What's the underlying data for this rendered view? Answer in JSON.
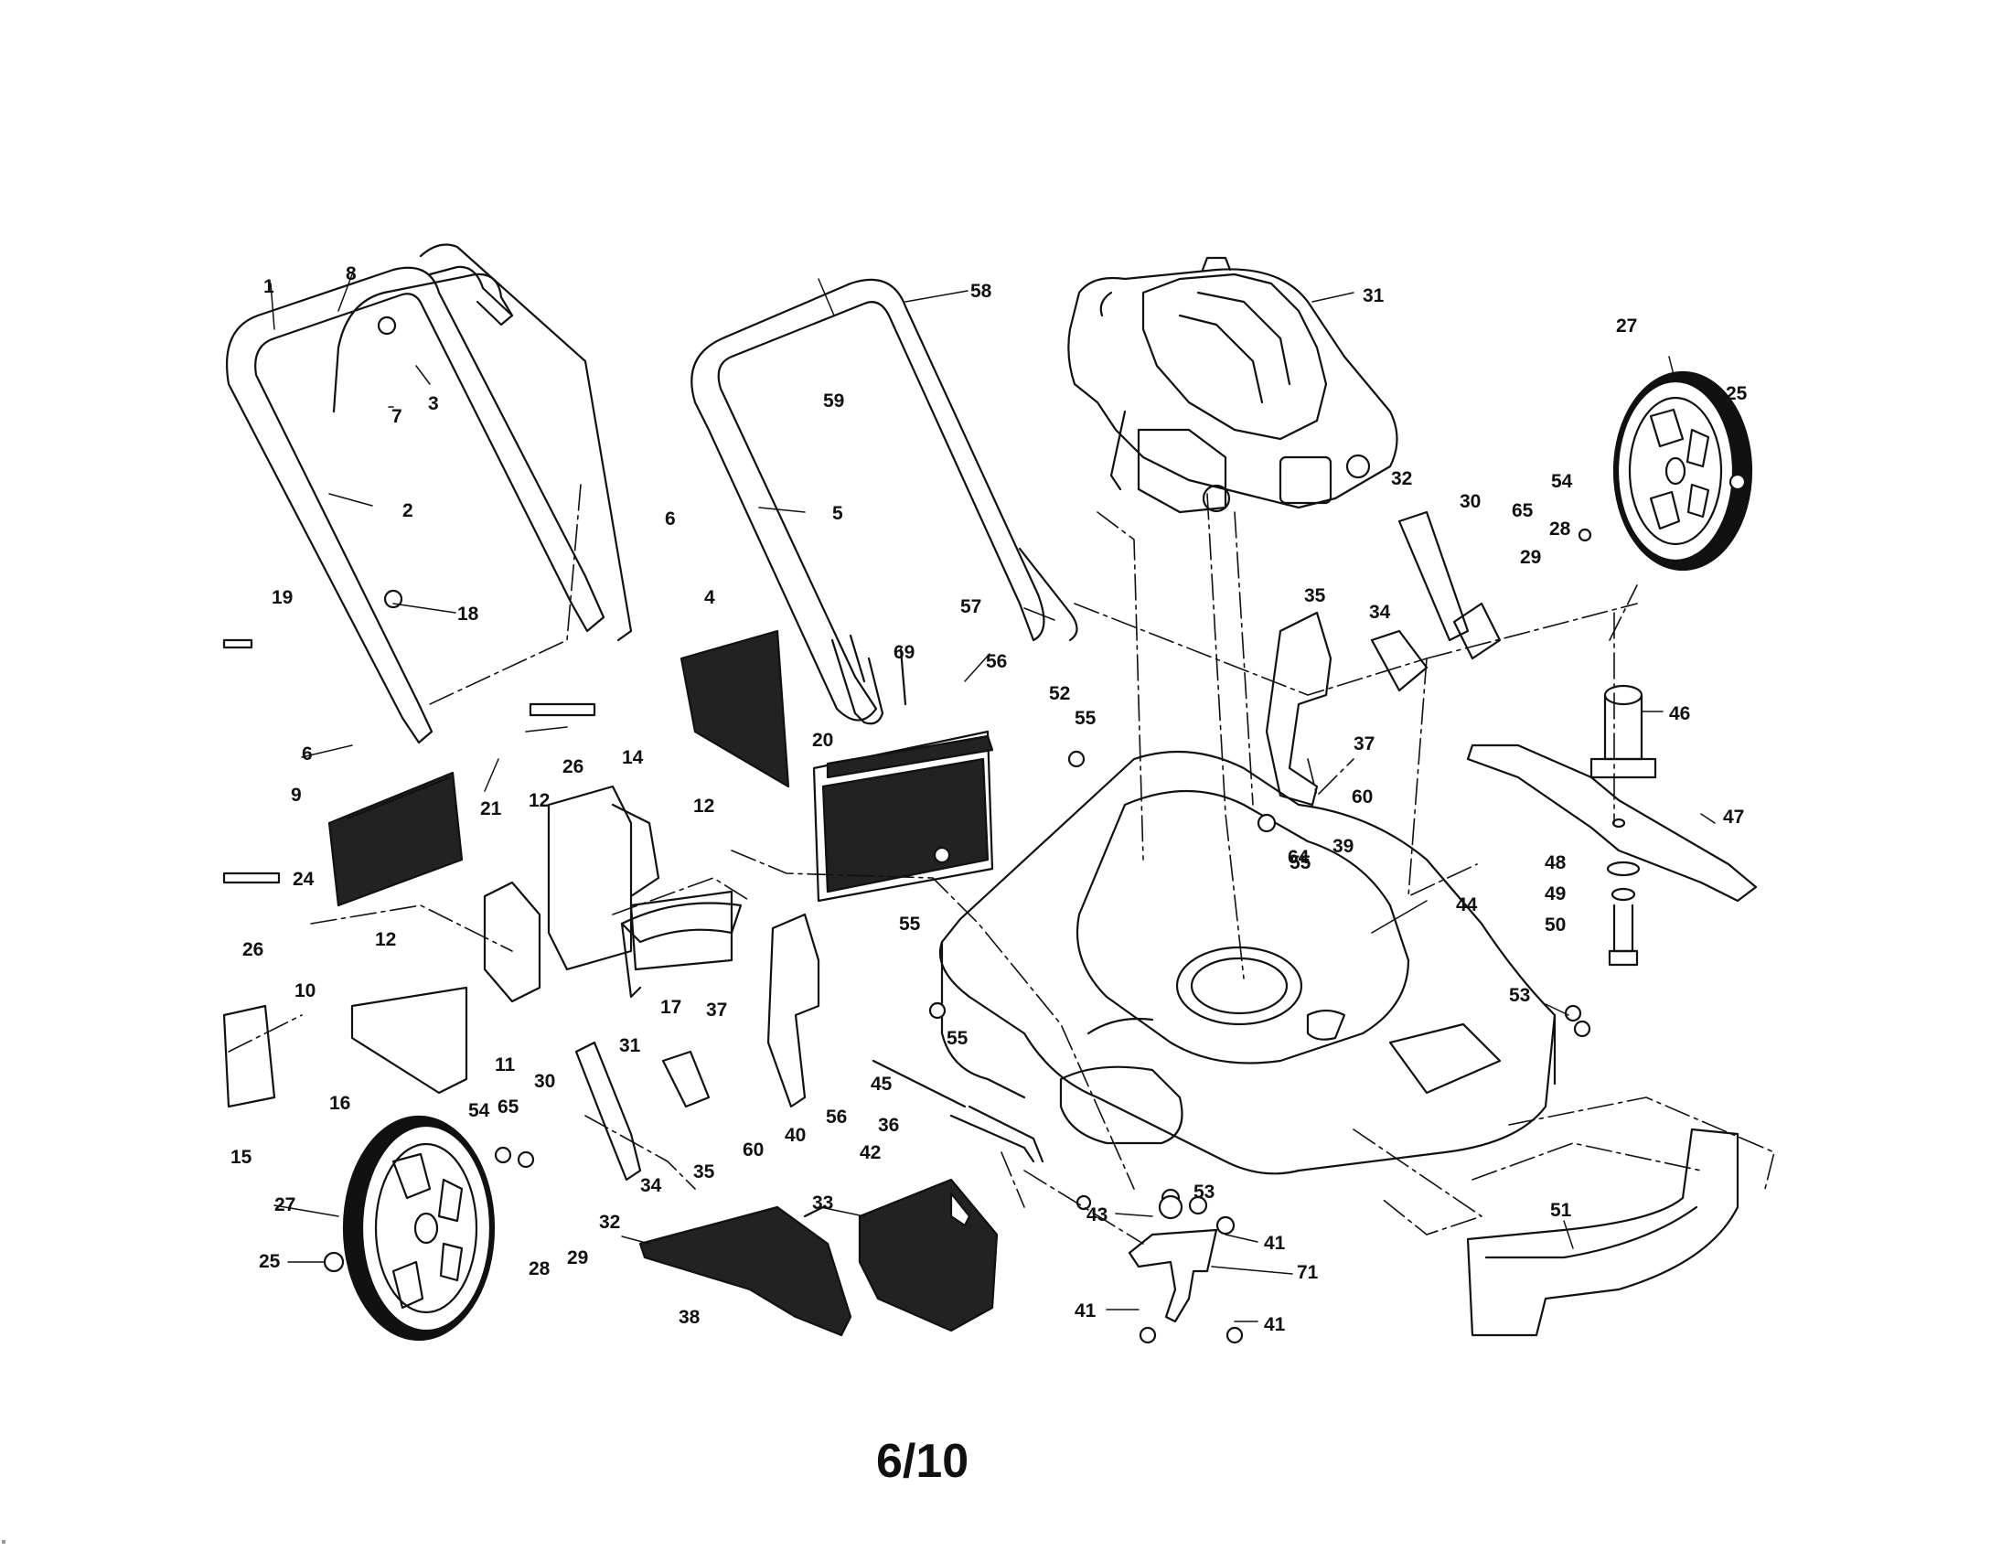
{
  "page": {
    "number": "6/10"
  },
  "labels": [
    "1",
    "8",
    "3",
    "7",
    "2",
    "19",
    "18",
    "6",
    "6",
    "26",
    "21",
    "9",
    "24",
    "26",
    "12",
    "14",
    "12",
    "12",
    "10",
    "15",
    "16",
    "11",
    "31",
    "30",
    "54",
    "65",
    "27",
    "25",
    "28",
    "29",
    "32",
    "34",
    "35",
    "37",
    "60",
    "40",
    "56",
    "45",
    "36",
    "42",
    "38",
    "33",
    "4",
    "58",
    "59",
    "5",
    "57",
    "69",
    "56",
    "20",
    "52",
    "55",
    "55",
    "55",
    "64",
    "31",
    "32",
    "30",
    "65",
    "54",
    "29",
    "28",
    "27",
    "25",
    "35",
    "34",
    "37",
    "60",
    "39",
    "55",
    "44",
    "46",
    "47",
    "48",
    "49",
    "50",
    "53",
    "53",
    "43",
    "41",
    "71",
    "41",
    "41",
    "51",
    "17"
  ],
  "colors": {
    "ink": "#111111",
    "paper": "#ffffff",
    "shade": "#222222"
  }
}
